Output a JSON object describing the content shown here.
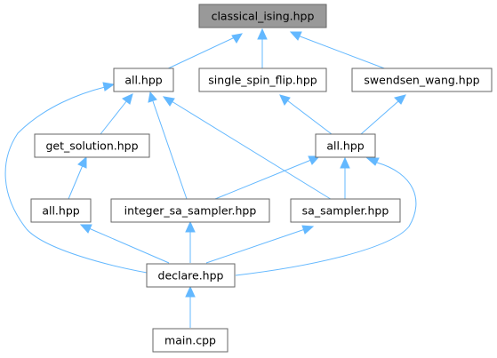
{
  "diagram": {
    "nodes": [
      {
        "id": "classical_ising",
        "label": "classical_ising.hpp",
        "highlight": true
      },
      {
        "id": "all_a",
        "label": "all.hpp"
      },
      {
        "id": "single_spin_flip",
        "label": "single_spin_flip.hpp"
      },
      {
        "id": "swendsen_wang",
        "label": "swendsen_wang.hpp"
      },
      {
        "id": "get_solution",
        "label": "get_solution.hpp"
      },
      {
        "id": "all_b",
        "label": "all.hpp"
      },
      {
        "id": "all_c",
        "label": "all.hpp"
      },
      {
        "id": "integer_sa_sampler",
        "label": "integer_sa_sampler.hpp"
      },
      {
        "id": "sa_sampler",
        "label": "sa_sampler.hpp"
      },
      {
        "id": "declare",
        "label": "declare.hpp"
      },
      {
        "id": "main",
        "label": "main.cpp"
      }
    ],
    "edges": [
      {
        "from": "all_a",
        "to": "classical_ising"
      },
      {
        "from": "single_spin_flip",
        "to": "classical_ising"
      },
      {
        "from": "swendsen_wang",
        "to": "classical_ising"
      },
      {
        "from": "get_solution",
        "to": "all_a"
      },
      {
        "from": "integer_sa_sampler",
        "to": "all_a"
      },
      {
        "from": "sa_sampler",
        "to": "all_a"
      },
      {
        "from": "declare",
        "to": "all_a"
      },
      {
        "from": "all_b",
        "to": "single_spin_flip"
      },
      {
        "from": "all_b",
        "to": "swendsen_wang"
      },
      {
        "from": "all_c",
        "to": "get_solution"
      },
      {
        "from": "integer_sa_sampler",
        "to": "all_b"
      },
      {
        "from": "sa_sampler",
        "to": "all_b"
      },
      {
        "from": "declare",
        "to": "all_b"
      },
      {
        "from": "declare",
        "to": "all_c"
      },
      {
        "from": "declare",
        "to": "integer_sa_sampler"
      },
      {
        "from": "declare",
        "to": "sa_sampler"
      },
      {
        "from": "main",
        "to": "declare"
      }
    ],
    "colors": {
      "edge": "#63b8ff",
      "node_border": "#666666",
      "node_fill": "#ffffff",
      "highlight_fill": "#999999"
    }
  }
}
